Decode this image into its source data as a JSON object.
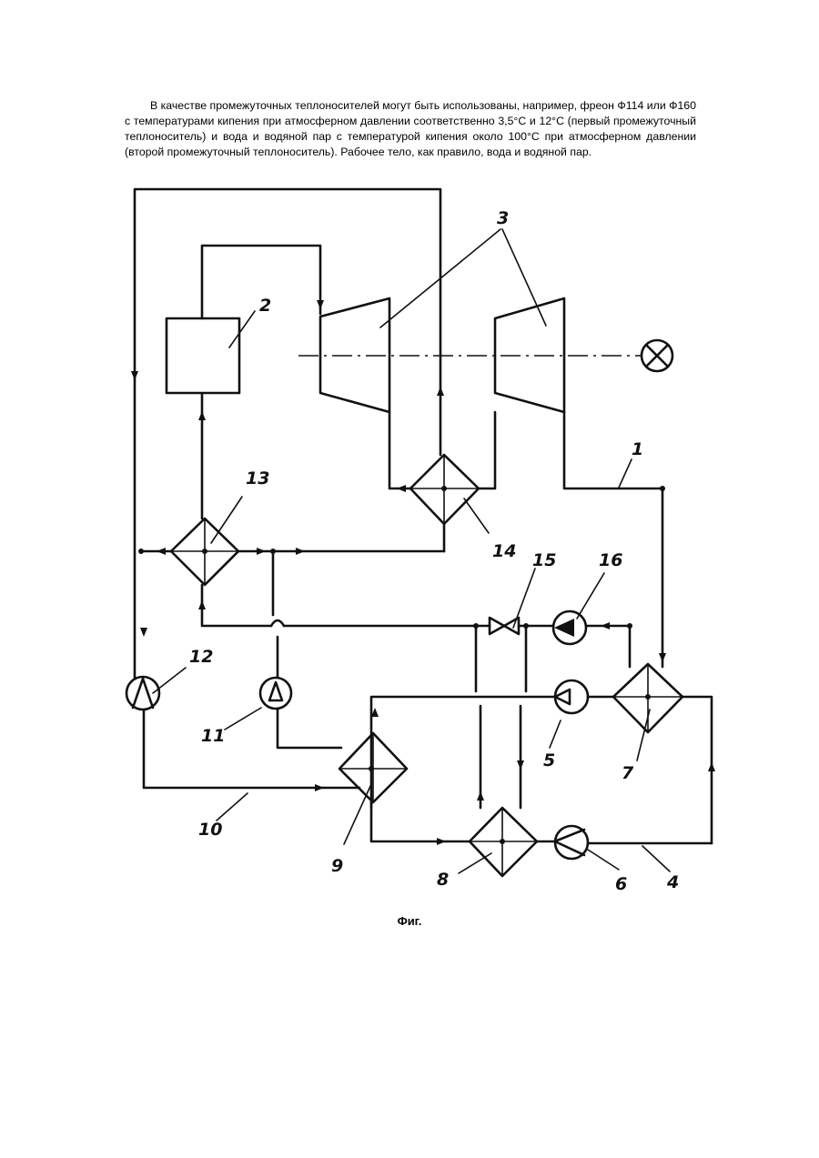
{
  "document": {
    "paragraph": "В качестве промежуточных теплоносителей могут быть использованы, например, фреон Ф114 или Ф160 с температурами кипения при атмосферном давлении соответственно 3,5°С и 12°С (первый промежуточный теплоноситель) и вода и водяной пар с температурой кипения около 100°С при атмосферном давлении (второй промежуточный теплоноситель). Рабочее тело, как правило, вода и водяной пар.",
    "caption": "Фиг."
  },
  "diagram": {
    "labels": {
      "n1": "1",
      "n2": "2",
      "n3": "3",
      "n4": "4",
      "n5": "5",
      "n6": "6",
      "n7": "7",
      "n8": "8",
      "n9": "9",
      "n10": "10",
      "n11": "11",
      "n12": "12",
      "n13": "13",
      "n14": "14",
      "n15": "15",
      "n16": "16"
    }
  }
}
